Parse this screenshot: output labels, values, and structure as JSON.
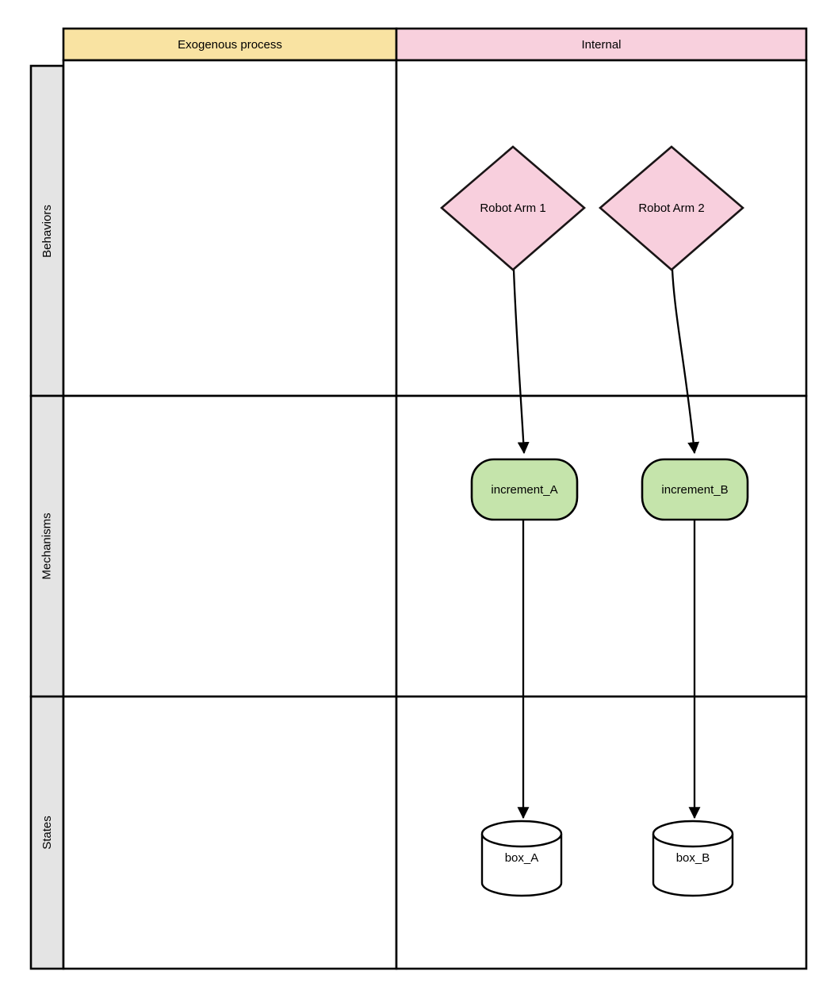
{
  "diagram": {
    "title": "Behaviors / Mechanisms / States swimlane diagram",
    "columns": [
      {
        "id": "exogenous",
        "label": "Exogenous process",
        "fill": "#f9e3a2"
      },
      {
        "id": "internal",
        "label": "Internal",
        "fill": "#f8d0dd"
      }
    ],
    "rows": [
      {
        "id": "behaviors",
        "label": "Behaviors",
        "fill": "#e4e4e4"
      },
      {
        "id": "mechanisms",
        "label": "Mechanisms",
        "fill": "#e4e4e4"
      },
      {
        "id": "states",
        "label": "States",
        "fill": "#e4e4e4"
      }
    ],
    "nodes": [
      {
        "id": "robot_arm_1",
        "label": "Robot Arm 1",
        "shape": "diamond",
        "row": "behaviors",
        "column": "internal",
        "fill": "#f8cfdd",
        "stroke": "#1a1516"
      },
      {
        "id": "robot_arm_2",
        "label": "Robot Arm 2",
        "shape": "diamond",
        "row": "behaviors",
        "column": "internal",
        "fill": "#f8cfdd",
        "stroke": "#1a1516"
      },
      {
        "id": "increment_a",
        "label": "increment_A",
        "shape": "rounded-rectangle",
        "row": "mechanisms",
        "column": "internal",
        "fill": "#c5e4ab",
        "stroke": "#000000"
      },
      {
        "id": "increment_b",
        "label": "increment_B",
        "shape": "rounded-rectangle",
        "row": "mechanisms",
        "column": "internal",
        "fill": "#c5e4ab",
        "stroke": "#000000"
      },
      {
        "id": "box_a",
        "label": "box_A",
        "shape": "cylinder",
        "row": "states",
        "column": "internal",
        "fill": "#ffffff",
        "stroke": "#000000"
      },
      {
        "id": "box_b",
        "label": "box_B",
        "shape": "cylinder",
        "row": "states",
        "column": "internal",
        "fill": "#ffffff",
        "stroke": "#000000"
      }
    ],
    "edges": [
      {
        "id": "edge_arm1_incA",
        "from": "robot_arm_1",
        "to": "increment_a",
        "style": "curved",
        "arrowhead": "filled-triangle"
      },
      {
        "id": "edge_arm2_incB",
        "from": "robot_arm_2",
        "to": "increment_b",
        "style": "curved",
        "arrowhead": "filled-triangle"
      },
      {
        "id": "edge_incA_boxA",
        "from": "increment_a",
        "to": "box_a",
        "style": "straight",
        "arrowhead": "filled-triangle"
      },
      {
        "id": "edge_incB_boxB",
        "from": "increment_b",
        "to": "box_b",
        "style": "straight",
        "arrowhead": "filled-triangle"
      }
    ],
    "colors": {
      "grid_stroke": "#000000",
      "row_header_fill": "#e4e4e4",
      "background": "#ffffff"
    }
  }
}
